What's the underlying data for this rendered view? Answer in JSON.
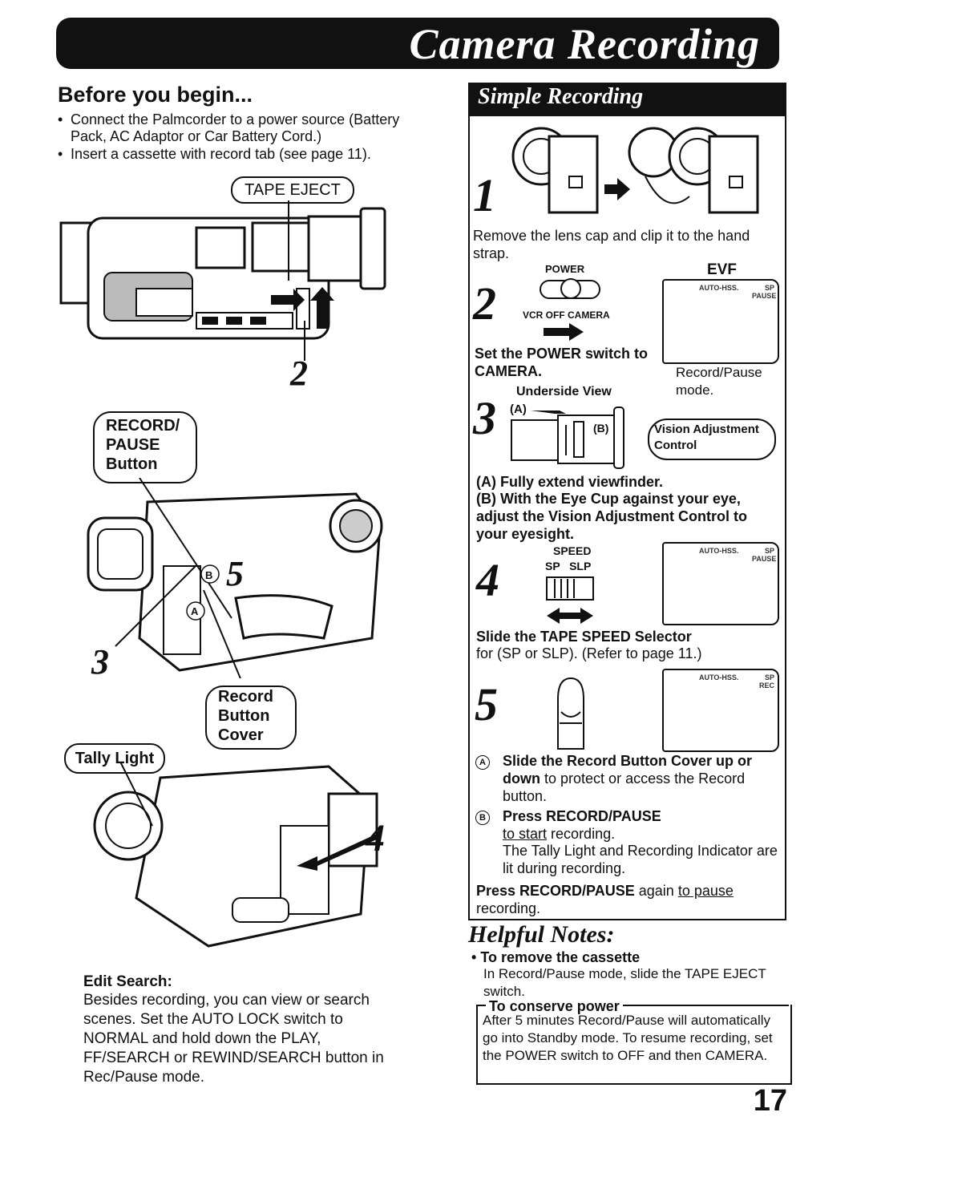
{
  "banner": {
    "title": "Camera Recording"
  },
  "before": {
    "heading": "Before you begin...",
    "bullets": [
      "Connect the Palmcorder to a power source (Battery Pack, AC Adaptor or Car Battery Cord.)",
      "Insert a cassette with record tab (see page 11)."
    ]
  },
  "left_callouts": {
    "tape_eject": "TAPE EJECT",
    "num_2": "2",
    "record_pause_button": "RECORD/ PAUSE Button",
    "num_5": "5",
    "marker_b": "B",
    "marker_a": "A",
    "num_3": "3",
    "record_button_cover": "Record Button Cover",
    "tally_light": "Tally Light",
    "num_4": "4"
  },
  "edit_search": {
    "heading": "Edit Search:",
    "body": "Besides recording, you can view or search scenes. Set the AUTO LOCK switch to NORMAL and hold down the PLAY, FF/SEARCH or REWIND/SEARCH button in Rec/Pause mode."
  },
  "simple": {
    "title": "Simple Recording",
    "step1": {
      "num": "1",
      "text": "Remove the lens cap and clip it to the hand strap."
    },
    "step2": {
      "num": "2",
      "power_label": "POWER",
      "switch_labels": "VCR  OFF  CAMERA",
      "text": "Set the POWER switch to CAMERA.",
      "evf_label": "EVF",
      "evf_caption": "Record/Pause mode.",
      "evf_screen_left": "AUTO-HSS.",
      "evf_screen_right": "SP PAUSE"
    },
    "step3": {
      "num": "3",
      "underside": "Underside View",
      "label_a": "(A)",
      "label_b": "(B)",
      "vision_control": "Vision Adjustment Control",
      "text_a": "(A) Fully extend viewfinder.",
      "text_b": "(B) With the Eye Cup against your eye, adjust the Vision Adjustment Control to your eyesight."
    },
    "step4": {
      "num": "4",
      "speed_label": "SPEED",
      "speed_options": "SP   SLP",
      "text_bold": "Slide the TAPE SPEED Selector",
      "text": "for (SP or SLP). (Refer to page 11.)",
      "evf_screen_left": "AUTO-HSS.",
      "evf_screen_right": "SP PAUSE"
    },
    "step5": {
      "num": "5",
      "evf_screen_left": "AUTO-HSS.",
      "evf_screen_right": "SP REC",
      "marker_a": "A",
      "a_bold": "Slide the Record Button Cover up or down",
      "a_text": "to protect or access the Record button.",
      "marker_b": "B",
      "b_bold": "Press RECORD/PAUSE",
      "b_underline": "to start",
      "b_text": "recording.",
      "b_text2": "The Tally Light and Recording Indicator are lit during recording.",
      "final_bold": "Press RECORD/PAUSE",
      "final_text": "again",
      "final_underline": "to pause",
      "final_text2": "recording."
    }
  },
  "notes": {
    "title": "Helpful Notes:",
    "remove_heading": "To remove the cassette",
    "remove_text": "In Record/Pause mode, slide the TAPE EJECT switch.",
    "conserve_heading": "To conserve power",
    "conserve_text": "After 5 minutes Record/Pause will automatically go into Standby mode. To resume recording, set the POWER switch to OFF and then CAMERA."
  },
  "page_number": "17"
}
